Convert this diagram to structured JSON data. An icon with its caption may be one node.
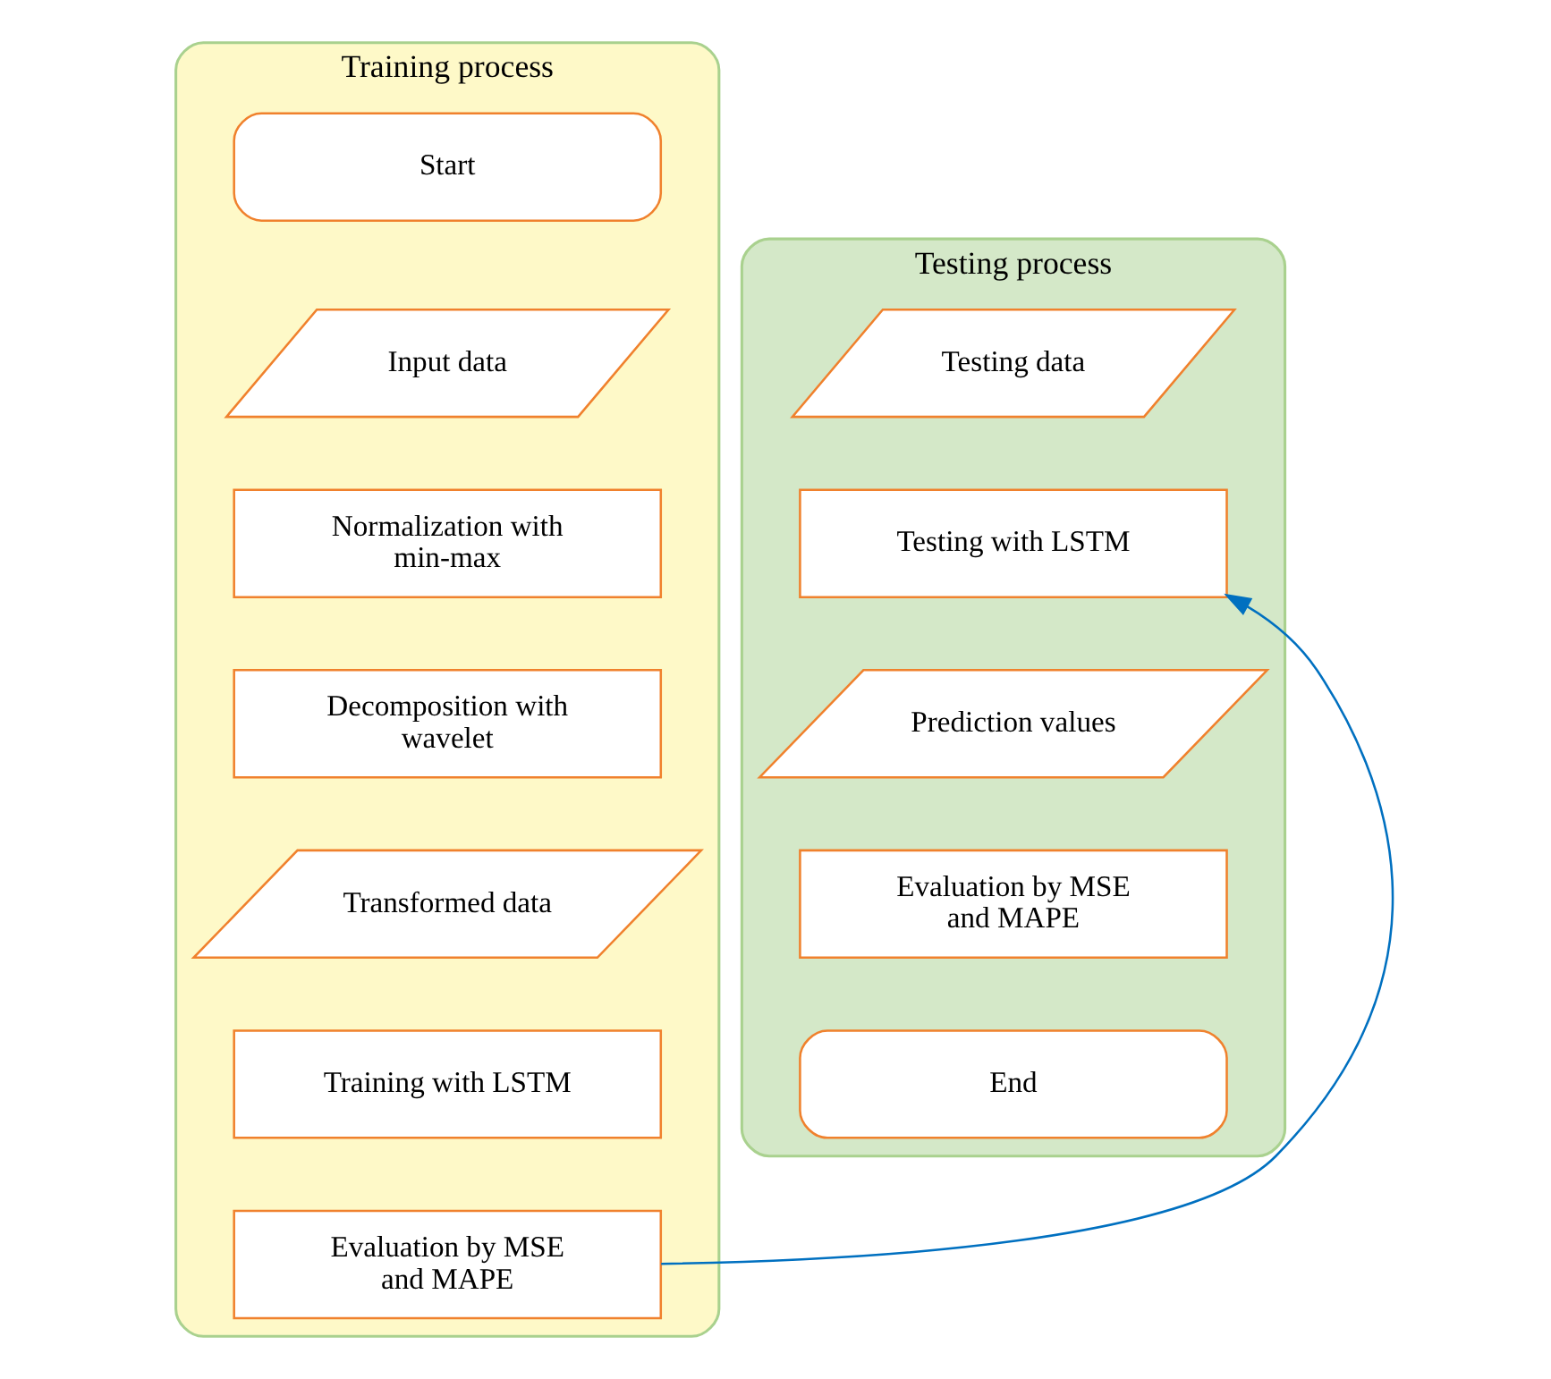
{
  "diagram": {
    "nodes": [
      {
        "text": [
          "Training process"
        ]
      },
      {
        "text": [
          "Start"
        ],
        "in": 0
      },
      {
        "text": [
          "Input data"
        ],
        "in": 0
      },
      {
        "text": [
          "Normalization with min-max"
        ],
        "in": 0
      },
      {
        "text": [
          "Decomposition with wavelet"
        ],
        "in": 0
      },
      {
        "text": [
          "Transformed data"
        ],
        "in": 0
      },
      {
        "text": [
          "Training with LSTM"
        ],
        "in": 0
      },
      {
        "text": [
          "Evaluation by MSE and MAPE"
        ],
        "in": 0
      },
      {
        "text": [
          "Testing process"
        ]
      },
      {
        "text": [
          "Testing data"
        ],
        "in": 8
      },
      {
        "text": [
          "Testing with LSTM"
        ],
        "in": 8
      },
      {
        "text": [
          "Prediction values"
        ],
        "in": 8
      },
      {
        "text": [
          "Evaluation by MSE and MAPE"
        ],
        "in": 8
      },
      {
        "text": [
          "End"
        ],
        "in": 8
      }
    ],
    "edges": [
      {
        "from": 7,
        "to": 10,
        "arrow": "to",
        "color": "#0070c0"
      }
    ]
  }
}
